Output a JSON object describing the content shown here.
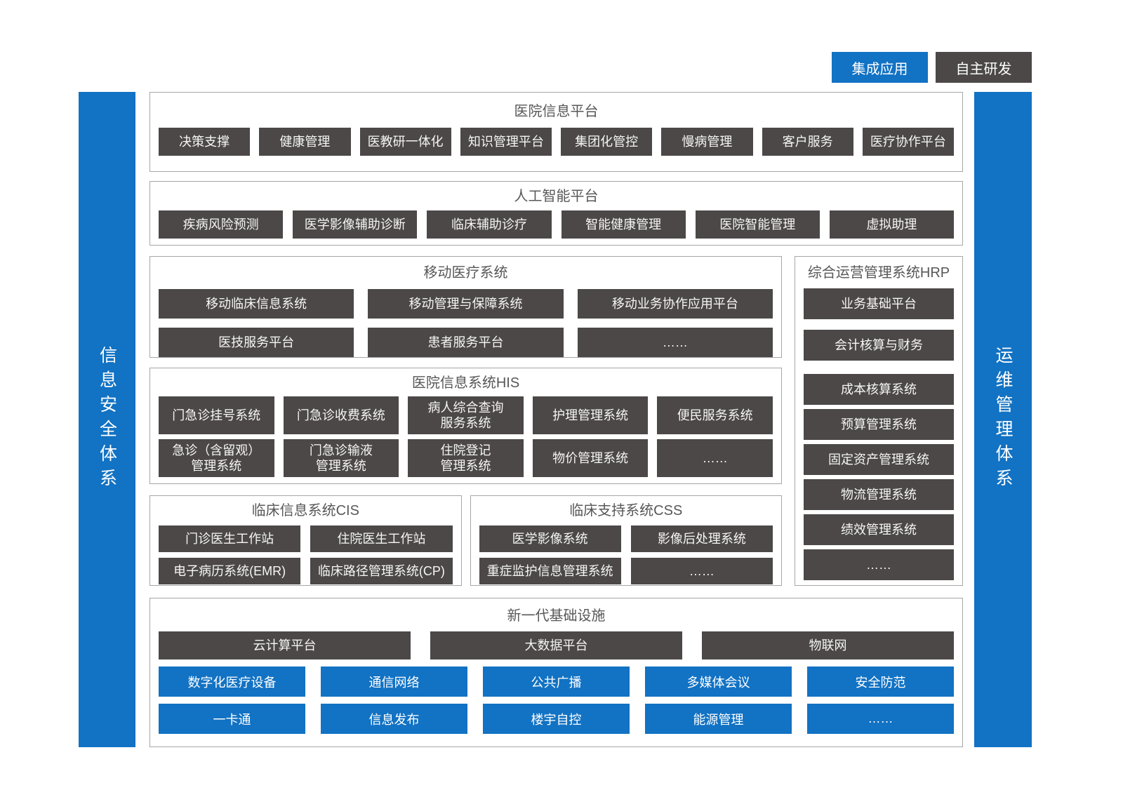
{
  "legend": {
    "integrated": "集成应用",
    "self_developed": "自主研发"
  },
  "side_bars": {
    "left": "信息安全体系",
    "right": "运维管理体系"
  },
  "colors": {
    "accent_blue": "#1272c3",
    "module_dark": "#4b4847"
  },
  "sections": {
    "hospital_info_platform": {
      "title": "医院信息平台",
      "items": [
        "决策支撑",
        "健康管理",
        "医教研一体化",
        "知识管理平台",
        "集团化管控",
        "慢病管理",
        "客户服务",
        "医疗协作平台"
      ]
    },
    "ai_platform": {
      "title": "人工智能平台",
      "items": [
        "疾病风险预测",
        "医学影像辅助诊断",
        "临床辅助诊疗",
        "智能健康管理",
        "医院智能管理",
        "虚拟助理"
      ]
    },
    "mobile_medical": {
      "title": "移动医疗系统",
      "rows": [
        [
          "移动临床信息系统",
          "移动管理与保障系统",
          "移动业务协作应用平台"
        ],
        [
          "医技服务平台",
          "患者服务平台",
          "……"
        ]
      ]
    },
    "his": {
      "title": "医院信息系统HIS",
      "rows": [
        [
          "门急诊挂号系统",
          "门急诊收费系统",
          "病人综合查询\n服务系统",
          "护理管理系统",
          "便民服务系统"
        ],
        [
          "急诊（含留观）\n管理系统",
          "门急诊输液\n管理系统",
          "住院登记\n管理系统",
          "物价管理系统",
          "……"
        ]
      ]
    },
    "cis": {
      "title": "临床信息系统CIS",
      "rows": [
        [
          "门诊医生工作站",
          "住院医生工作站"
        ],
        [
          "电子病历系统(EMR)",
          "临床路径管理系统(CP)"
        ]
      ]
    },
    "css_support": {
      "title": "临床支持系统CSS",
      "rows": [
        [
          "医学影像系统",
          "影像后处理系统"
        ],
        [
          "重症监护信息管理系统",
          "……"
        ]
      ]
    },
    "hrp": {
      "title": "综合运营管理系统HRP",
      "items": [
        "业务基础平台",
        "会计核算与财务",
        "成本核算系统",
        "预算管理系统",
        "固定资产管理系统",
        "物流管理系统",
        "绩效管理系统",
        "……"
      ]
    },
    "infrastructure": {
      "title": "新一代基础设施",
      "dark_row": [
        "云计算平台",
        "大数据平台",
        "物联网"
      ],
      "blue_rows": [
        [
          "数字化医疗设备",
          "通信网络",
          "公共广播",
          "多媒体会议",
          "安全防范"
        ],
        [
          "一卡通",
          "信息发布",
          "楼宇自控",
          "能源管理",
          "……"
        ]
      ]
    }
  }
}
